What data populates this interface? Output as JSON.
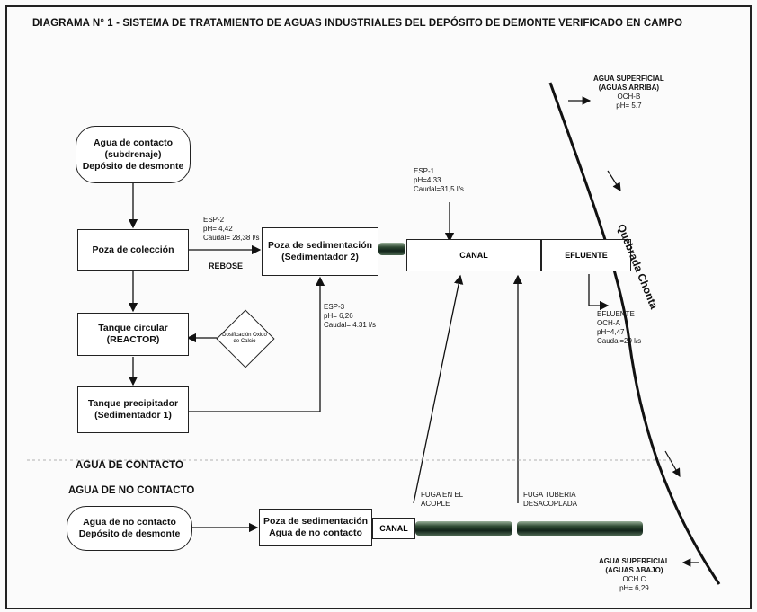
{
  "title": "DIAGRAMA N° 1 - SISTEMA DE TRATAMIENTO DE AGUAS INDUSTRIALES DEL DEPÓSITO DE DEMONTE VERIFICADO EN CAMPO",
  "boxes": {
    "agua_contacto": [
      "Agua de contacto",
      "(subdrenaje)",
      "Depósito de desmonte"
    ],
    "poza_coleccion": "Poza de colección",
    "poza_sed2": [
      "Poza de sedimentación",
      "(Sedimentador 2)"
    ],
    "tanque_circular": [
      "Tanque circular",
      "(REACTOR)"
    ],
    "tanque_precip": [
      "Tanque precipitador",
      "(Sedimentador 1)"
    ],
    "agua_no_contacto": [
      "Agua de no contacto",
      "Depósito de desmonte"
    ],
    "poza_sed_nc": [
      "Poza de sedimentación",
      "Agua de no contacto"
    ]
  },
  "diamond_label": [
    "Dosificación Oxido",
    "de Calcio"
  ],
  "labels": {
    "esp2": [
      "ESP-2",
      "pH= 4,42",
      "Caudal= 28,38 l/s"
    ],
    "rebose": "REBOSE",
    "esp1": [
      "ESP-1",
      "pH=4,33",
      "Caudal=31,5 l/s"
    ],
    "esp3": [
      "ESP-3",
      "pH= 6,26",
      "Caudal= 4.31 l/s"
    ],
    "canal": "CANAL",
    "efluente": "EFLUENTE",
    "efluente_och": [
      "EFLUENTE",
      "OCH-A",
      "pH=4,47",
      "Caudal=29 l/s"
    ],
    "sup_arriba": [
      "AGUA SUPERFICIAL",
      "(AGUAS ARRIBA)",
      "OCH-B",
      "pH= 5.7"
    ],
    "quebrada": "Quebrada Chonta",
    "fuga_acople": [
      "FUGA EN EL",
      "ACOPLE"
    ],
    "fuga_tuberia": [
      "FUGA TUBERIA",
      "DESACOPLADA"
    ],
    "canal2": "CANAL",
    "sup_abajo": [
      "AGUA SUPERFICIAL",
      "(AGUAS ABAJO)",
      "OCH C",
      "pH= 6,29"
    ]
  },
  "sections": {
    "contacto": "AGUA DE CONTACTO",
    "no_contacto": "AGUA DE NO CONTACTO"
  }
}
